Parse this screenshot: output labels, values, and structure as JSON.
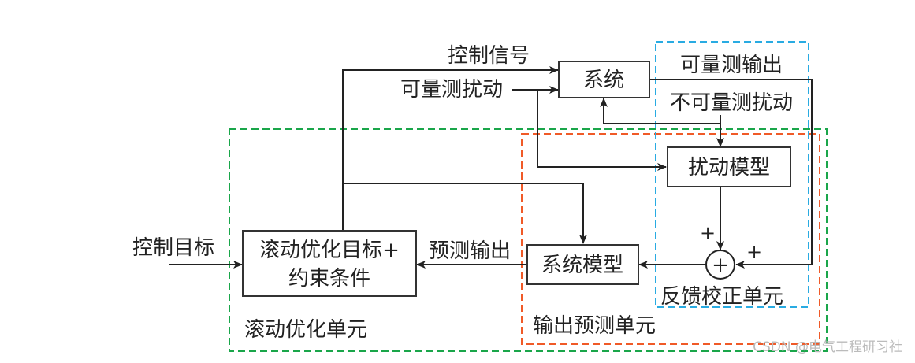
{
  "blocks": {
    "system": "系统",
    "disturbance_model": "扰动模型",
    "system_model": "系统模型",
    "optimizer_line1": "滚动优化目标+",
    "optimizer_line2": "约束条件",
    "summer": "+"
  },
  "signals": {
    "control_signal": "控制信号",
    "measurable_disturbance": "可量测扰动",
    "measurable_output": "可量测输出",
    "unmeasurable_disturbance": "不可量测扰动",
    "predicted_output": "预测输出",
    "control_target": "控制目标",
    "plus_top": "+",
    "plus_right": "+"
  },
  "regions": {
    "rolling_optimization": {
      "label": "滚动优化单元",
      "color": "#1aa64a"
    },
    "output_prediction": {
      "label": "输出预测单元",
      "color": "#f05a28"
    },
    "feedback_correction": {
      "label": "反馈校正单元",
      "color": "#29abe2"
    }
  },
  "watermark": "CSDN @电气工程研习社"
}
